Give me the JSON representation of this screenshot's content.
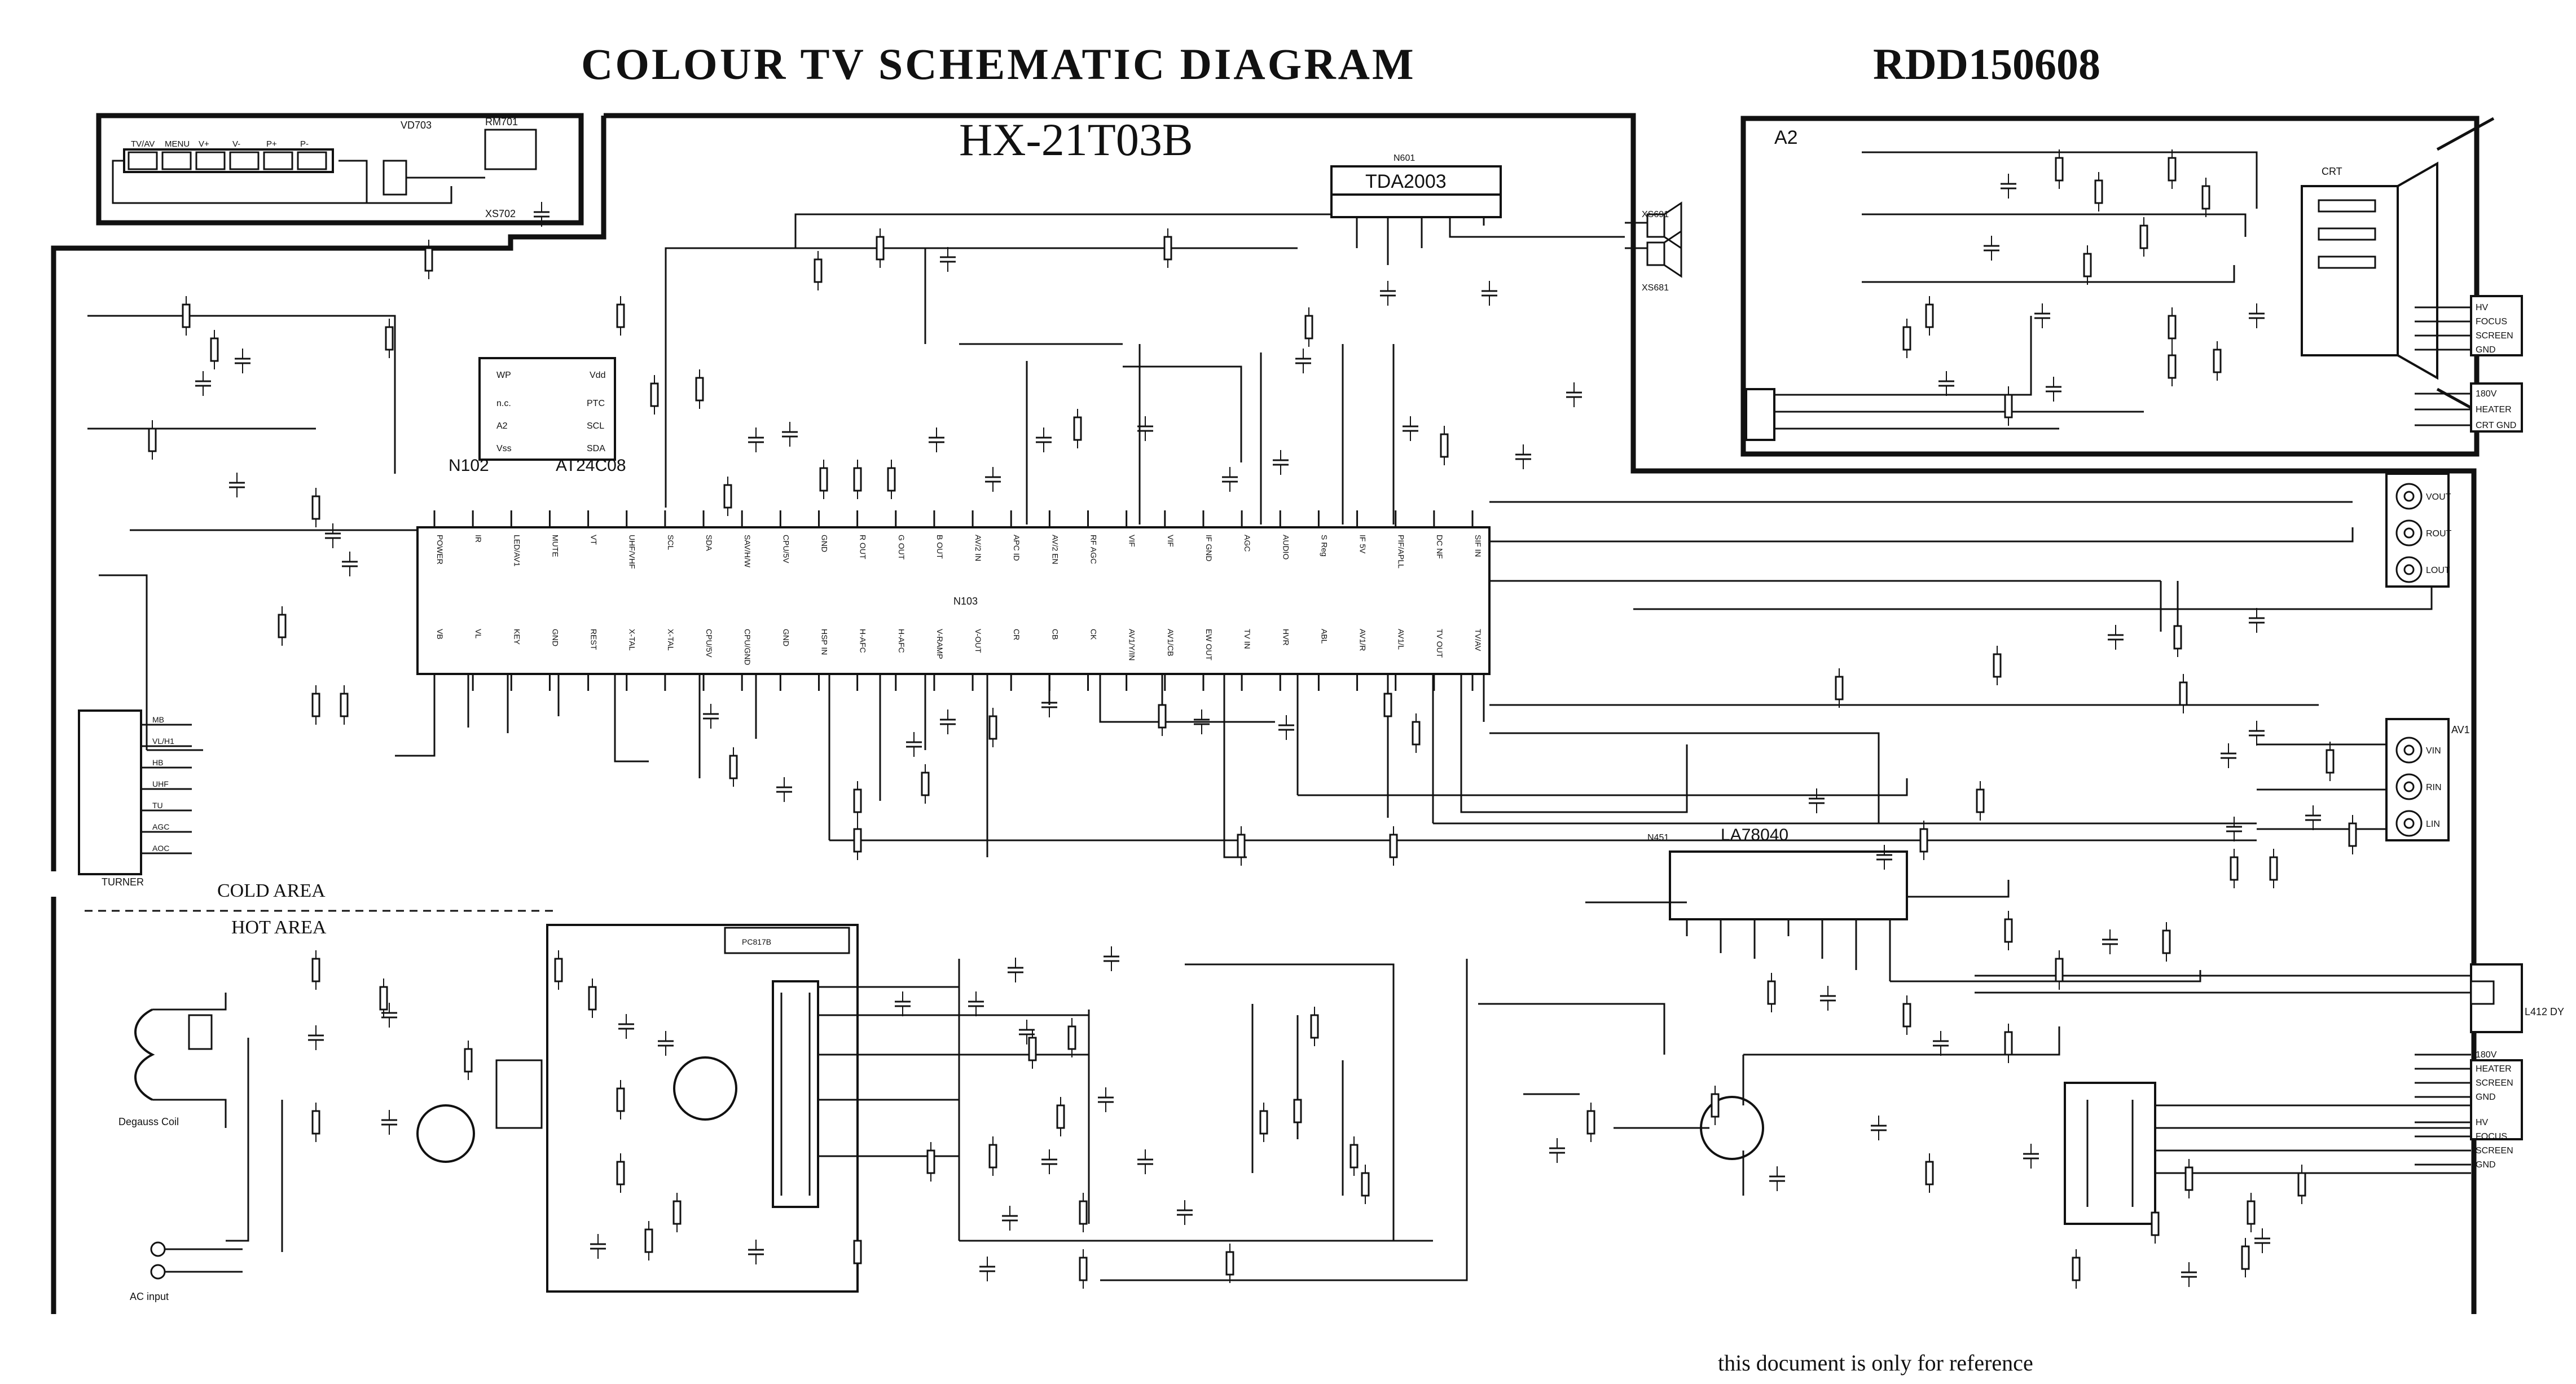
{
  "header": {
    "title": "COLOUR TV  SCHEMATIC DIAGRAM",
    "doc_code": "RDD150608",
    "model": "HX-21T03B"
  },
  "panels": {
    "a2_label": "A2",
    "cold_area": "COLD AREA",
    "hot_area": "HOT AREA"
  },
  "ics": {
    "n601": "TDA2003",
    "n102_name": "N102",
    "n102_part": "AT24C08",
    "n103": "N103",
    "n451_name": "N451",
    "n451_part": "LA78040"
  },
  "keys": [
    "TV/AV",
    "MENU",
    "V+",
    "V-",
    "P+",
    "P-"
  ],
  "main_pins_top": [
    "POWER",
    "IR",
    "LED/AV1",
    "MUTE",
    "VT",
    "UHF/VHF",
    "SCL",
    "SDA",
    "SAV/H/W",
    "CPU/5V",
    "GND",
    "R OUT",
    "G OUT",
    "B OUT",
    "AV/2 IN",
    "APC ID",
    "AV/2 EN",
    "RF AGC",
    "VIF",
    "VIF",
    "IF GND",
    "AGC",
    "AUDIO",
    "S Reg",
    "IF 5V",
    "PIF/APLL",
    "DC NF",
    "SIF IN"
  ],
  "main_pins_bottom": [
    "VB",
    "VL",
    "KEY",
    "GND",
    "REST",
    "X-TAL",
    "X-TAL",
    "CPU/5V",
    "CPU/GND",
    "GND",
    "HSP IN",
    "H-AFC",
    "H-AFC",
    "V-RAMP",
    "V-OUT",
    "CR",
    "CB",
    "CK",
    "AV1/Y/IN",
    "AV1/CB",
    "EW OUT",
    "TV IN",
    "HVR",
    "ABL",
    "AV1/R",
    "AV1/L",
    "TV OUT",
    "TV/AV"
  ],
  "right_jacks": {
    "av_out": [
      "VOUT",
      "ROUT",
      "LOUT"
    ],
    "av_in_label": "AV1",
    "av_in": [
      "VIN",
      "RIN",
      "LIN"
    ]
  },
  "crt_pins": [
    "HV",
    "FOCUS",
    "SCREEN",
    "GND"
  ],
  "heater_pins": [
    "180V",
    "HEATER",
    "CRT GND"
  ],
  "xs402": [
    "180V",
    "HEATER",
    "SCREEN",
    "GND"
  ],
  "xs403": [
    "HV",
    "FOCUS",
    "SCREEN",
    "GND"
  ],
  "labels": {
    "crt": "CRT",
    "degauss": "Degauss Coil",
    "ac_input": "AC input",
    "turner": "TURNER",
    "pc817": "PC817B",
    "yoke": "L412 DY",
    "footer": "this document is only for reference"
  },
  "tuner_pins": [
    "MB",
    "VL/H1",
    "HB",
    "UHF",
    "TU",
    "AGC",
    "AOC"
  ]
}
